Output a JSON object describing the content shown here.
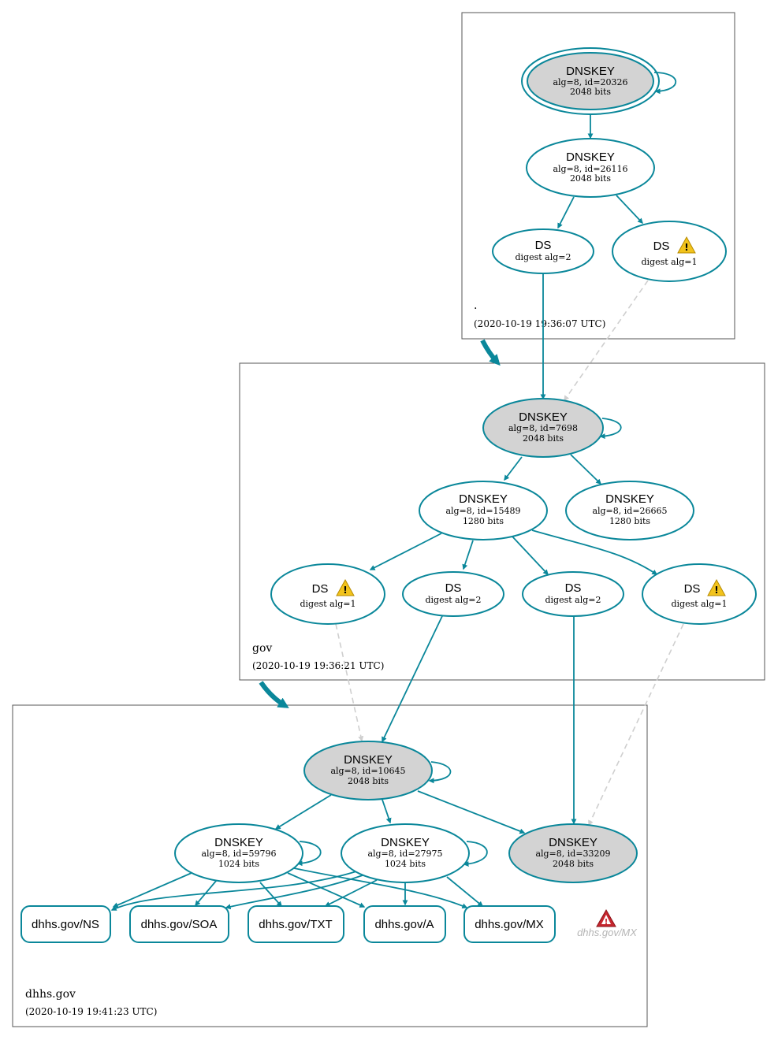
{
  "colors": {
    "edge": "#0a879a",
    "dashed_edge": "#cfcfcf",
    "signed_key_fill": "#d3d3d3",
    "node_fill": "#ffffff",
    "warning": "#f2c31c",
    "error": "#c6262e"
  },
  "zones": {
    "root": {
      "name": ".",
      "time": "(2020-10-19 19:36:07 UTC)"
    },
    "gov": {
      "name": "gov",
      "time": "(2020-10-19 19:36:21 UTC)"
    },
    "dhhs": {
      "name": "dhhs.gov",
      "time": "(2020-10-19 19:41:23 UTC)"
    }
  },
  "nodes": {
    "root_ksk": {
      "title": "DNSKEY",
      "line1": "alg=8, id=20326",
      "line2": "2048 bits"
    },
    "root_zsk": {
      "title": "DNSKEY",
      "line1": "alg=8, id=26116",
      "line2": "2048 bits"
    },
    "root_ds2": {
      "title": "DS",
      "line1": "digest alg=2"
    },
    "root_ds1": {
      "title": "DS",
      "line1": "digest alg=1",
      "icon": "warning-icon"
    },
    "gov_ksk": {
      "title": "DNSKEY",
      "line1": "alg=8, id=7698",
      "line2": "2048 bits"
    },
    "gov_zsk1": {
      "title": "DNSKEY",
      "line1": "alg=8, id=15489",
      "line2": "1280 bits"
    },
    "gov_zsk2": {
      "title": "DNSKEY",
      "line1": "alg=8, id=26665",
      "line2": "1280 bits"
    },
    "gov_ds_a": {
      "title": "DS",
      "line1": "digest alg=1",
      "icon": "warning-icon"
    },
    "gov_ds_b": {
      "title": "DS",
      "line1": "digest alg=2"
    },
    "gov_ds_c": {
      "title": "DS",
      "line1": "digest alg=2"
    },
    "gov_ds_d": {
      "title": "DS",
      "line1": "digest alg=1",
      "icon": "warning-icon"
    },
    "dhhs_ksk": {
      "title": "DNSKEY",
      "line1": "alg=8, id=10645",
      "line2": "2048 bits"
    },
    "dhhs_zsk1": {
      "title": "DNSKEY",
      "line1": "alg=8, id=59796",
      "line2": "1024 bits"
    },
    "dhhs_zsk2": {
      "title": "DNSKEY",
      "line1": "alg=8, id=27975",
      "line2": "1024 bits"
    },
    "dhhs_key3": {
      "title": "DNSKEY",
      "line1": "alg=8, id=33209",
      "line2": "2048 bits"
    }
  },
  "rrsets": {
    "ns": "dhhs.gov/NS",
    "soa": "dhhs.gov/SOA",
    "txt": "dhhs.gov/TXT",
    "a": "dhhs.gov/A",
    "mx": "dhhs.gov/MX"
  },
  "error_rrset": {
    "label": "dhhs.gov/MX",
    "icon": "error-icon"
  }
}
